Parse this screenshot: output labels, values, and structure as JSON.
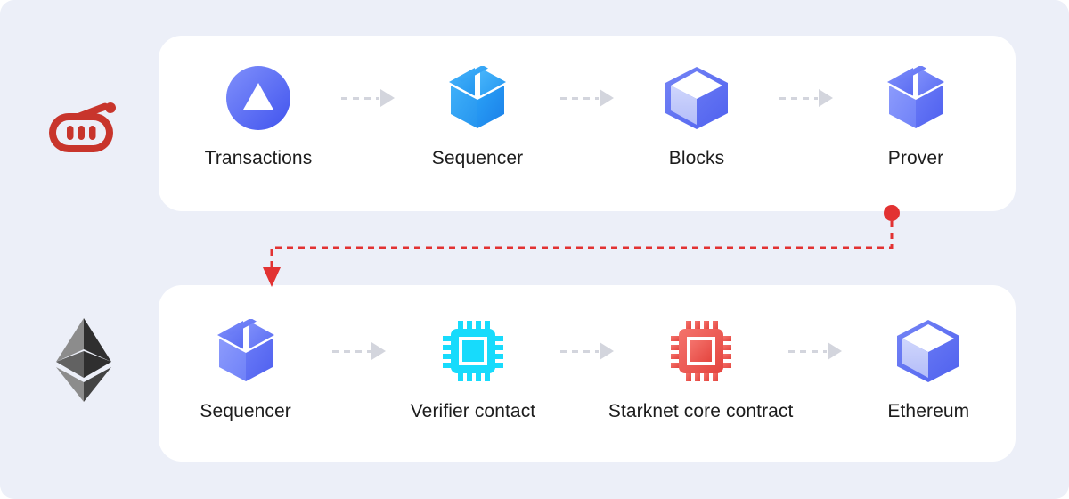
{
  "colors": {
    "canvas_background": "#eceff8",
    "panel_background": "#ffffff",
    "label_text": "#1c1c1c",
    "arrow_gray": "#d3d5dd",
    "accent_red": "#e23232",
    "starknet_logo": "#c8352c",
    "transactions_circle_from": "#7b8bfa",
    "transactions_circle_to": "#4f62f0",
    "sequencer_box_blue": "#2aa2f5",
    "prover_box_purple": "#6471f5",
    "cube_face_right": "#6575f2",
    "cube_face_left": "#c2cafb",
    "cube_face_top": "#ffffff",
    "chip_cyan": "#17dbfc",
    "chip_red": "#ef5350"
  },
  "layers": [
    {
      "id": "starknet-layer",
      "brand_logo": "starknet-logo",
      "nodes": [
        {
          "id": "transactions",
          "label": "Transactions",
          "icon": "triangle-circle-icon"
        },
        {
          "id": "sequencer-top",
          "label": "Sequencer",
          "icon": "blue-box-icon"
        },
        {
          "id": "blocks",
          "label": "Blocks",
          "icon": "cube-icon"
        },
        {
          "id": "prover",
          "label": "Prover",
          "icon": "purple-box-icon"
        }
      ]
    },
    {
      "id": "ethereum-layer",
      "brand_logo": "ethereum-logo",
      "nodes": [
        {
          "id": "sequencer-bottom",
          "label": "Sequencer",
          "icon": "purple-box-icon"
        },
        {
          "id": "verifier-contact",
          "label": "Verifier contact",
          "icon": "cyan-chip-icon"
        },
        {
          "id": "starknet-core-contract",
          "label": "Starknet core contract",
          "icon": "red-chip-icon"
        },
        {
          "id": "ethereum",
          "label": "Ethereum",
          "icon": "cube-icon"
        }
      ]
    }
  ],
  "red_route": {
    "description": "proof submission path from Prover down to Sequencer",
    "style": "dashed",
    "start_marker": "dot",
    "end_marker": "arrowhead"
  }
}
